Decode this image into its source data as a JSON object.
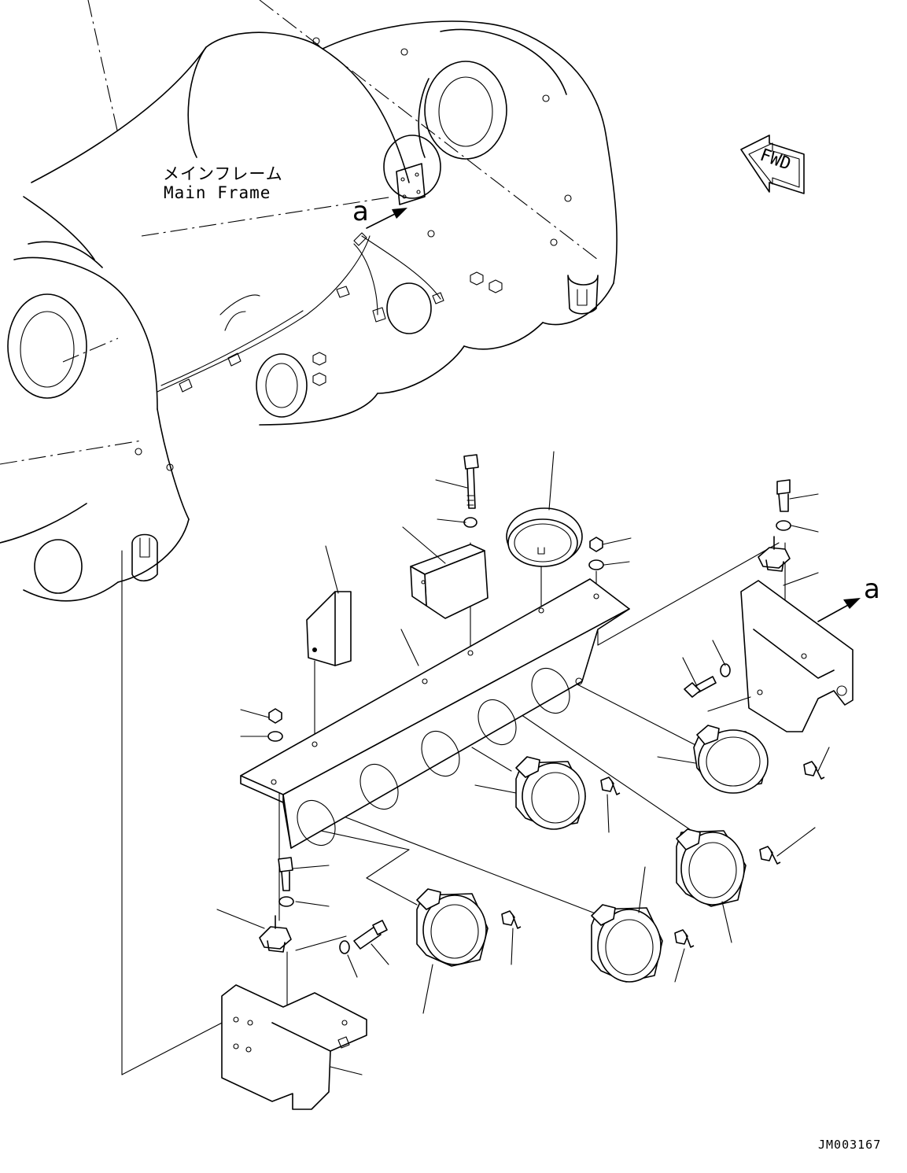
{
  "labels": {
    "main_frame_jp": "メインフレーム",
    "main_frame_en": "Main Frame",
    "view_mark_top": "a",
    "view_mark_right": "a",
    "fwd": "FWD",
    "drawing_code": "JM003167"
  },
  "icons": {
    "fwd_arrow": "fwd-arrow-icon",
    "view_arrow": "arrow-icon"
  },
  "colors": {
    "line": "#000000",
    "paper": "#ffffff"
  }
}
